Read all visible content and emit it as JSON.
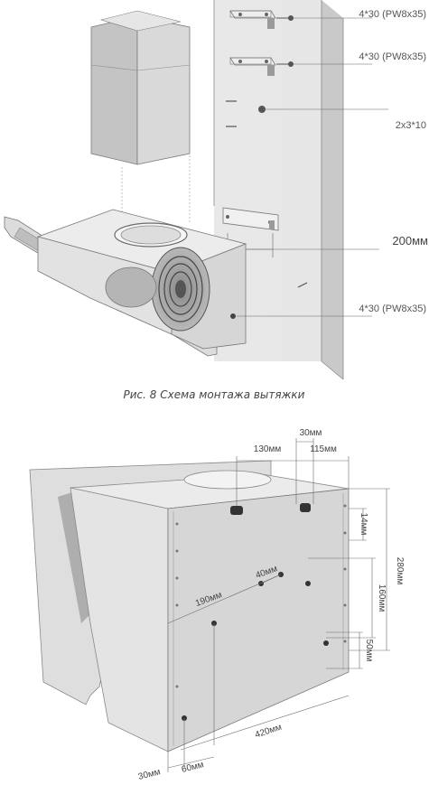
{
  "top_diagram": {
    "labels": {
      "screw1": "4*30 (PW8x35)",
      "screw2": "4*30 (PW8x35)",
      "screw3": "2x3*10",
      "spacing": "200мм",
      "screw4": "4*30 (PW8x35)"
    },
    "caption": "Рис. 8 Схема монтажа вытяжки"
  },
  "bottom_diagram": {
    "dimensions": {
      "d30top": "30мм",
      "d130": "130мм",
      "d115": "115мм",
      "d14": "14мм",
      "d280": "280мм",
      "d40": "40мм",
      "d160": "160мм",
      "d190": "190мм",
      "d50": "50мм",
      "d420": "420мм",
      "d30bottom": "30мм",
      "d60": "60мм"
    }
  },
  "colors": {
    "panel": "#d9d9d9",
    "panel_dark": "#bdbdbd",
    "panel_light": "#ececec",
    "line": "#6b6b6b",
    "accent_dark": "#333333"
  }
}
